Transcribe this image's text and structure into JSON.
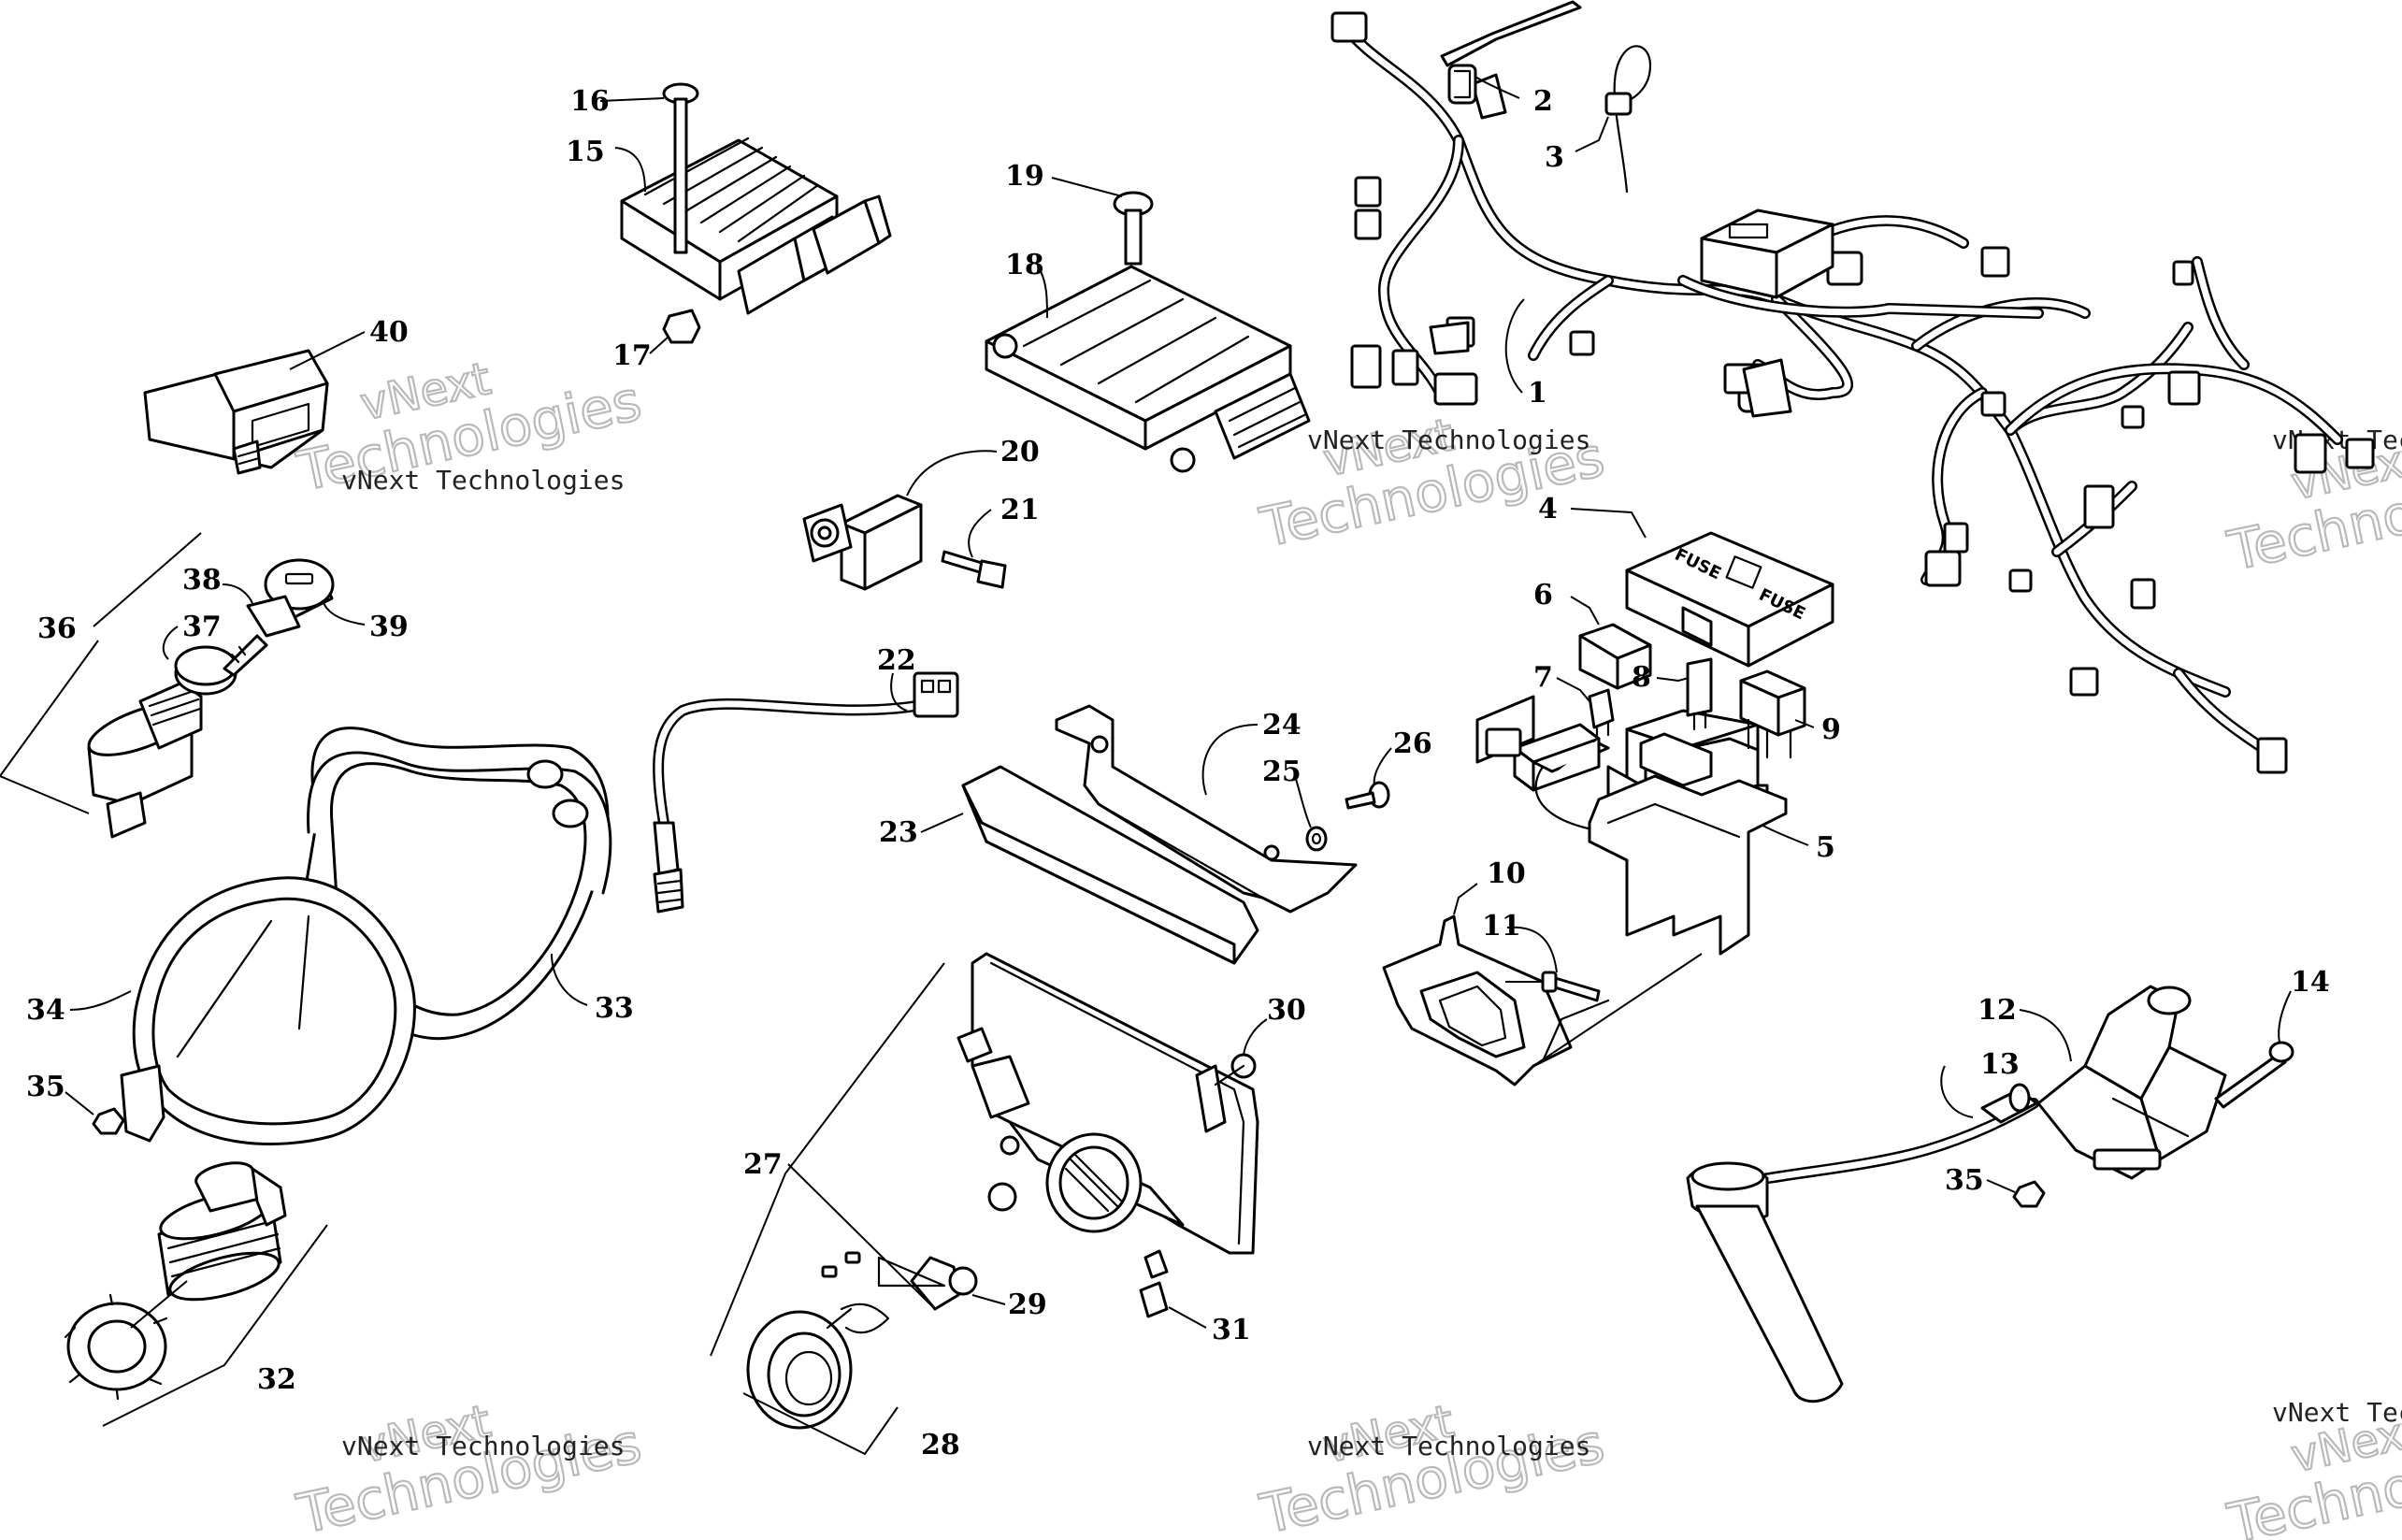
{
  "callouts": [
    {
      "label": "1"
    },
    {
      "label": "2"
    },
    {
      "label": "3"
    },
    {
      "label": "4"
    },
    {
      "label": "5"
    },
    {
      "label": "6"
    },
    {
      "label": "7"
    },
    {
      "label": "8"
    },
    {
      "label": "9"
    },
    {
      "label": "10"
    },
    {
      "label": "11"
    },
    {
      "label": "12"
    },
    {
      "label": "13"
    },
    {
      "label": "14"
    },
    {
      "label": "15"
    },
    {
      "label": "16"
    },
    {
      "label": "17"
    },
    {
      "label": "18"
    },
    {
      "label": "19"
    },
    {
      "label": "20"
    },
    {
      "label": "21"
    },
    {
      "label": "22"
    },
    {
      "label": "23"
    },
    {
      "label": "24"
    },
    {
      "label": "25"
    },
    {
      "label": "26"
    },
    {
      "label": "27"
    },
    {
      "label": "28"
    },
    {
      "label": "29"
    },
    {
      "label": "30"
    },
    {
      "label": "31"
    },
    {
      "label": "32"
    },
    {
      "label": "33"
    },
    {
      "label": "34"
    },
    {
      "label": "35"
    },
    {
      "label": "35"
    },
    {
      "label": "36"
    },
    {
      "label": "37"
    },
    {
      "label": "38"
    },
    {
      "label": "39"
    },
    {
      "label": "40"
    }
  ],
  "watermark": {
    "company": "vNext Technologies",
    "brand_top": "vNext",
    "brand_bottom": "Technologies"
  },
  "fuse_box_text": "FUSE"
}
